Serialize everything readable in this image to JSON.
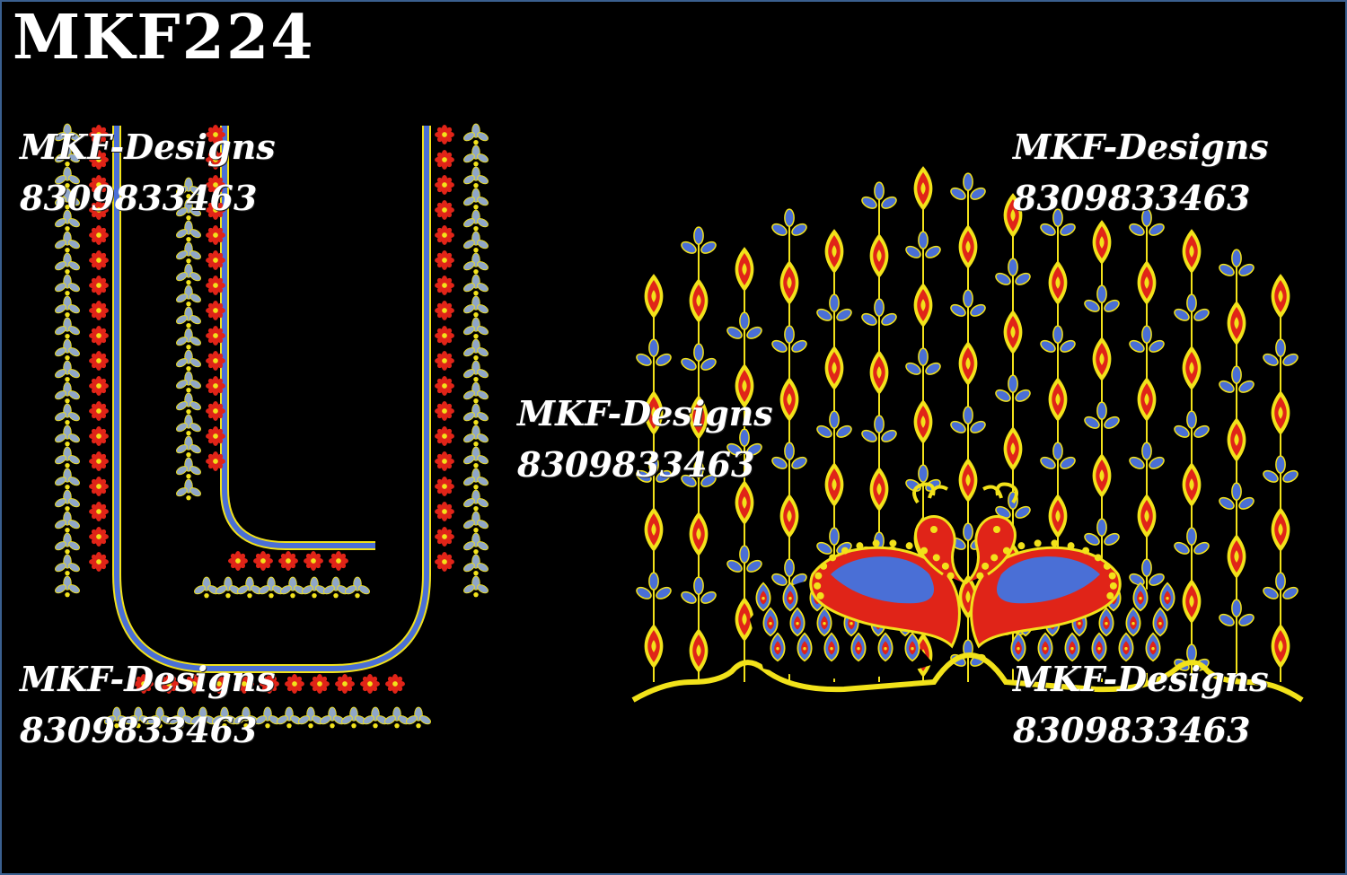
{
  "title": "MKF224",
  "watermarks": [
    {
      "brand": "MKF-Designs",
      "phone": "8309833463"
    },
    {
      "brand": "MKF-Designs",
      "phone": "8309833463"
    },
    {
      "brand": "MKF-Designs",
      "phone": "8309833463"
    },
    {
      "brand": "MKF-Designs",
      "phone": "8309833463"
    },
    {
      "brand": "MKF-Designs",
      "phone": "8309833463"
    }
  ],
  "colors": {
    "background": "#000000",
    "red": "#e02418",
    "blue": "#4a6fd6",
    "yellow": "#f2e21a",
    "grey_blue": "#8fa6c8",
    "border": "#3a5f8f"
  },
  "designs": [
    "blouse-neck-embroidery",
    "peacock-sleeve-embroidery"
  ]
}
